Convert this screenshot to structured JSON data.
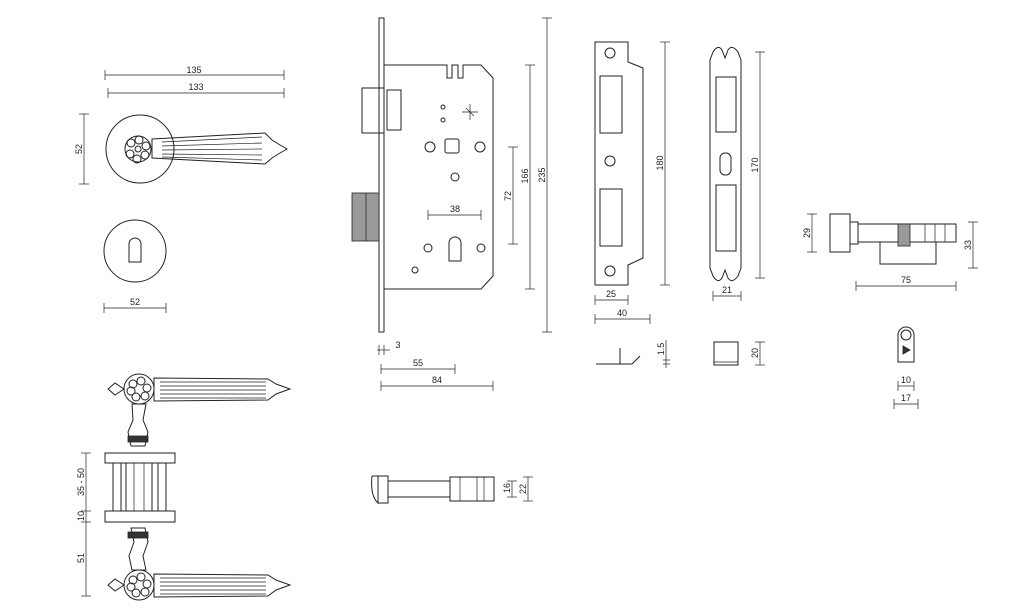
{
  "dimensions": {
    "rose_width_135": "135",
    "lever_length_133": "133",
    "rose_height_52": "52",
    "escutcheon_width_52": "52",
    "door_thickness_range": "35 - 50",
    "rose_thickness_10": "10",
    "lever_height_51": "51",
    "lock_front_width_3": "3",
    "lock_backset_55": "55",
    "lock_body_depth_84": "84",
    "lock_centre_72": "72",
    "lock_height_166": "166",
    "lock_faceplate_235": "235",
    "lock_hole_spacing_38": "38",
    "strike_width_25": "25",
    "strike_overall_40": "40",
    "strike_height_180": "180",
    "strike_thickness_1_5": "1.5",
    "keeper_width_21": "21",
    "keeper_height_170": "170",
    "keeper_depth_20": "20",
    "latch_16": "16",
    "latch_22": "22",
    "cylinder_knob_29": "29",
    "cylinder_height_33": "33",
    "cylinder_length_75": "75",
    "cylinder_cam_10": "10",
    "cylinder_width_17": "17"
  },
  "colors": {
    "line": "#222222",
    "background": "#ffffff",
    "shading": "#9a9a9a"
  }
}
